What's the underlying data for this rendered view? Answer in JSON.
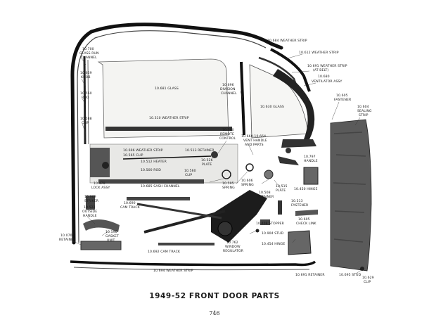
{
  "title": "1949-52 FRONT DOOR PARTS",
  "page_number": "746",
  "labels": {
    "weather_strip_top": "10.684 WEATHER STRIP",
    "weather_strip_612": "10.612 WEATHER STRIP",
    "weather_strip_belt_1": "10.691 WEATHER STRIP",
    "weather_strip_belt_2": "(AT BELT)",
    "ventilator_assy_1": "10.680",
    "ventilator_assy_2": "VENTILATOR ASSY",
    "fastener_605_1": "10.605",
    "fastener_605_2": "FASTENER",
    "sealing_strip_1": "10.604",
    "sealing_strip_2": "SEALING",
    "sealing_strip_3": "STRIP",
    "glass_run_1": "10.700",
    "glass_run_2": "GLASS RUN",
    "glass_run_3": "CHANNEL",
    "knob_1": "10.659",
    "knob_2": "KNOB",
    "rod_1": "10.560",
    "rod_2": "ROD",
    "clip_588_1": "10.588",
    "clip_588_2": "CLIP",
    "glass_main": "10.681 GLASS",
    "division_1": "10.696",
    "division_2": "DIVISION",
    "division_3": "CHANNEL",
    "glass_vent": "10.630 GLASS",
    "weather_strip_310": "10.310 WEATHER STRIP",
    "remote_1": "10.500",
    "remote_2": "REMOTE",
    "remote_3": "CONTROL",
    "vent_handle_1": "10.660-10.664",
    "vent_handle_2": "VENT HANDLE",
    "vent_handle_3": "AND PARTS",
    "ws_696": "10.696 WEATHER STRIP",
    "clip_565": "10.565 CLIP",
    "heater_512": "10.512 HEATER",
    "retainer_513_1": "10.513 RETAINER",
    "retainer_513_2": "10.526",
    "retainer_513_3": "PLATE",
    "rod_500": "10.500 ROD",
    "clip_560_1": "10.560",
    "clip_560_2": "CLIP",
    "handle_797_1": "10.797",
    "handle_797_2": "HANDLE",
    "lock_assy_1": "10.470",
    "lock_assy_2": "LOCK ASSY",
    "sash_channel": "10.685 SASH CHANNEL",
    "spring_595_1": "10.595",
    "spring_595_2": "SPRING",
    "spring_606_1": "10.606",
    "spring_606_2": "SPRING",
    "retainer_508_1": "10.508",
    "retainer_508_2": "RETAINER",
    "plate_515_1": "10.515",
    "plate_515_2": "PLATE",
    "hinge_450": "10.450 HINGE",
    "striker_1": "10.969",
    "striker_2": "STRIKER",
    "cam_track_690_1": "10.690",
    "cam_track_690_2": "CAM TRACK",
    "fastener_513_1": "10.513",
    "fastener_513_2": "FASTENER",
    "outside_handle_1": "10.522",
    "outside_handle_2": "OUTSIDE",
    "outside_handle_3": "HANDLE",
    "check_link_1": "10.605",
    "check_link_2": "CHECK LINK",
    "stopper_408": "10.408 STOPPER",
    "gasket_1": "10.596",
    "gasket_2": "GASKET",
    "gasket_3": "UNIT",
    "stud_904": "10.904 STUD",
    "retainer_070_1": "10.070",
    "retainer_070_2": "RETAINER",
    "window_reg_1": "10.762",
    "window_reg_2": "WINDOW",
    "window_reg_3": "REGULATOR",
    "hinge_454": "10.454 HINGE",
    "cam_track_692": "10.692 CAM TRACK",
    "weather_strip_bottom": "10.694 WEATHER STRIP",
    "retainer_691": "10.691 RETAINER",
    "stud_695": "10.695 STUD",
    "clip_629_1": "10.629",
    "clip_629_2": "CLIP"
  }
}
